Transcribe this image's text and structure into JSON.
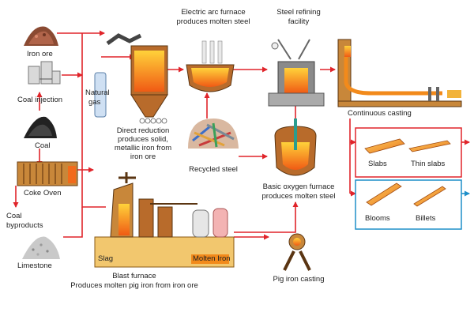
{
  "colors": {
    "arrow": "#e0242a",
    "box_red": "#e0242a",
    "box_blue": "#1e8fc9",
    "steel_orange": "#f6a233",
    "molten": "#f7941d",
    "equipment_tan": "#c8873a",
    "blast_base": "#f2c76e"
  },
  "labels": {
    "iron_ore": "Iron ore",
    "coal_injection": "Coal injection",
    "coal": "Coal",
    "coke_oven": "Coke Oven",
    "coal_byproducts_line1": "Coal",
    "coal_byproducts_line2": "byproducts",
    "limestone": "Limestone",
    "natural_gas_line1": "Natural",
    "natural_gas_line2": "gas",
    "direct_reduction": "Direct reduction produces solid, metallic iron from iron ore",
    "eaf_line1": "Electric arc furnace",
    "eaf_line2": "produces molten steel",
    "refining_line1": "Steel refining",
    "refining_line2": "facility",
    "continuous_casting": "Continuous casting",
    "recycled_steel": "Recycled steel",
    "bof_line1": "Basic oxygen furnace",
    "bof_line2": "produces molten steel",
    "slabs": "Slabs",
    "thin_slabs": "Thin slabs",
    "blooms": "Blooms",
    "billets": "Billets",
    "slag": "Slag",
    "molten_iron": "Molten Iron",
    "blast_furnace_line1": "Blast furnace",
    "blast_furnace_line2": "Produces molten pig iron from iron ore",
    "pig_iron_casting": "Pig iron casting"
  }
}
